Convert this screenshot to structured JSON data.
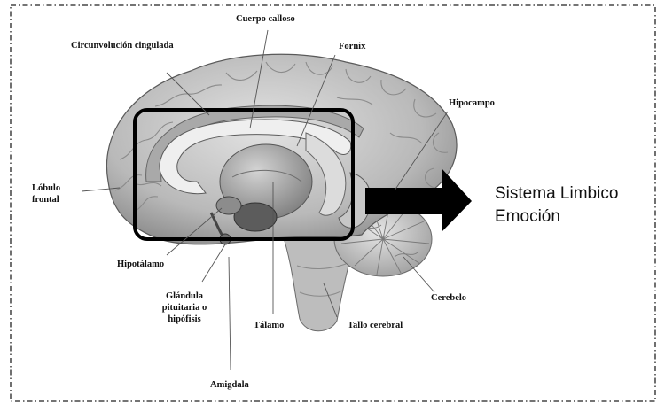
{
  "labels": {
    "cuerpo_calloso": "Cuerpo calloso",
    "circunvolucion": "Circunvolución cingulada",
    "fornix": "Fornix",
    "hipocampo": "Hipocampo",
    "lobulo_frontal": [
      "Lóbulo",
      "frontal"
    ],
    "hipotalamo": "Hipotálamo",
    "glandula": [
      "Glándula",
      "pituitaria o",
      "hipófisis"
    ],
    "talamo": "Tálamo",
    "tallo": "Tallo cerebral",
    "cerebelo": "Cerebelo",
    "amigdala": "Amigdala"
  },
  "annotation": {
    "line1": "Sistema Limbico",
    "line2": "Emoción"
  }
}
